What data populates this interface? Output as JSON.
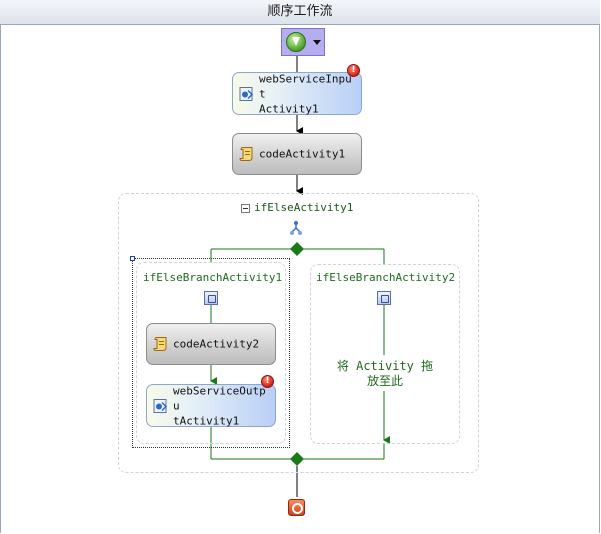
{
  "header": {
    "title": "顺序工作流"
  },
  "activities": {
    "webServiceInput": {
      "label": "webServiceInput\nActivity1",
      "error": "!"
    },
    "codeActivity1": {
      "label": "codeActivity1"
    },
    "ifElse": {
      "label": "ifElseActivity1"
    },
    "branch1": {
      "label": "ifElseBranchActivity1"
    },
    "codeActivity2": {
      "label": "codeActivity2"
    },
    "webServiceOutput": {
      "label": "webServiceOutpu\ntActivity1",
      "error": "!"
    },
    "branch2": {
      "label": "ifElseBranchActivity2",
      "drop_text": "将 Activity 拖\n放至此"
    }
  },
  "colors": {
    "connector_green": "#1a7a1a",
    "connector_black": "#000000",
    "drop_text": "#1f6b1f"
  },
  "icons": {
    "start": "green-down-arrow-icon",
    "end": "red-stop-icon",
    "ifelse": "branch-icon"
  }
}
